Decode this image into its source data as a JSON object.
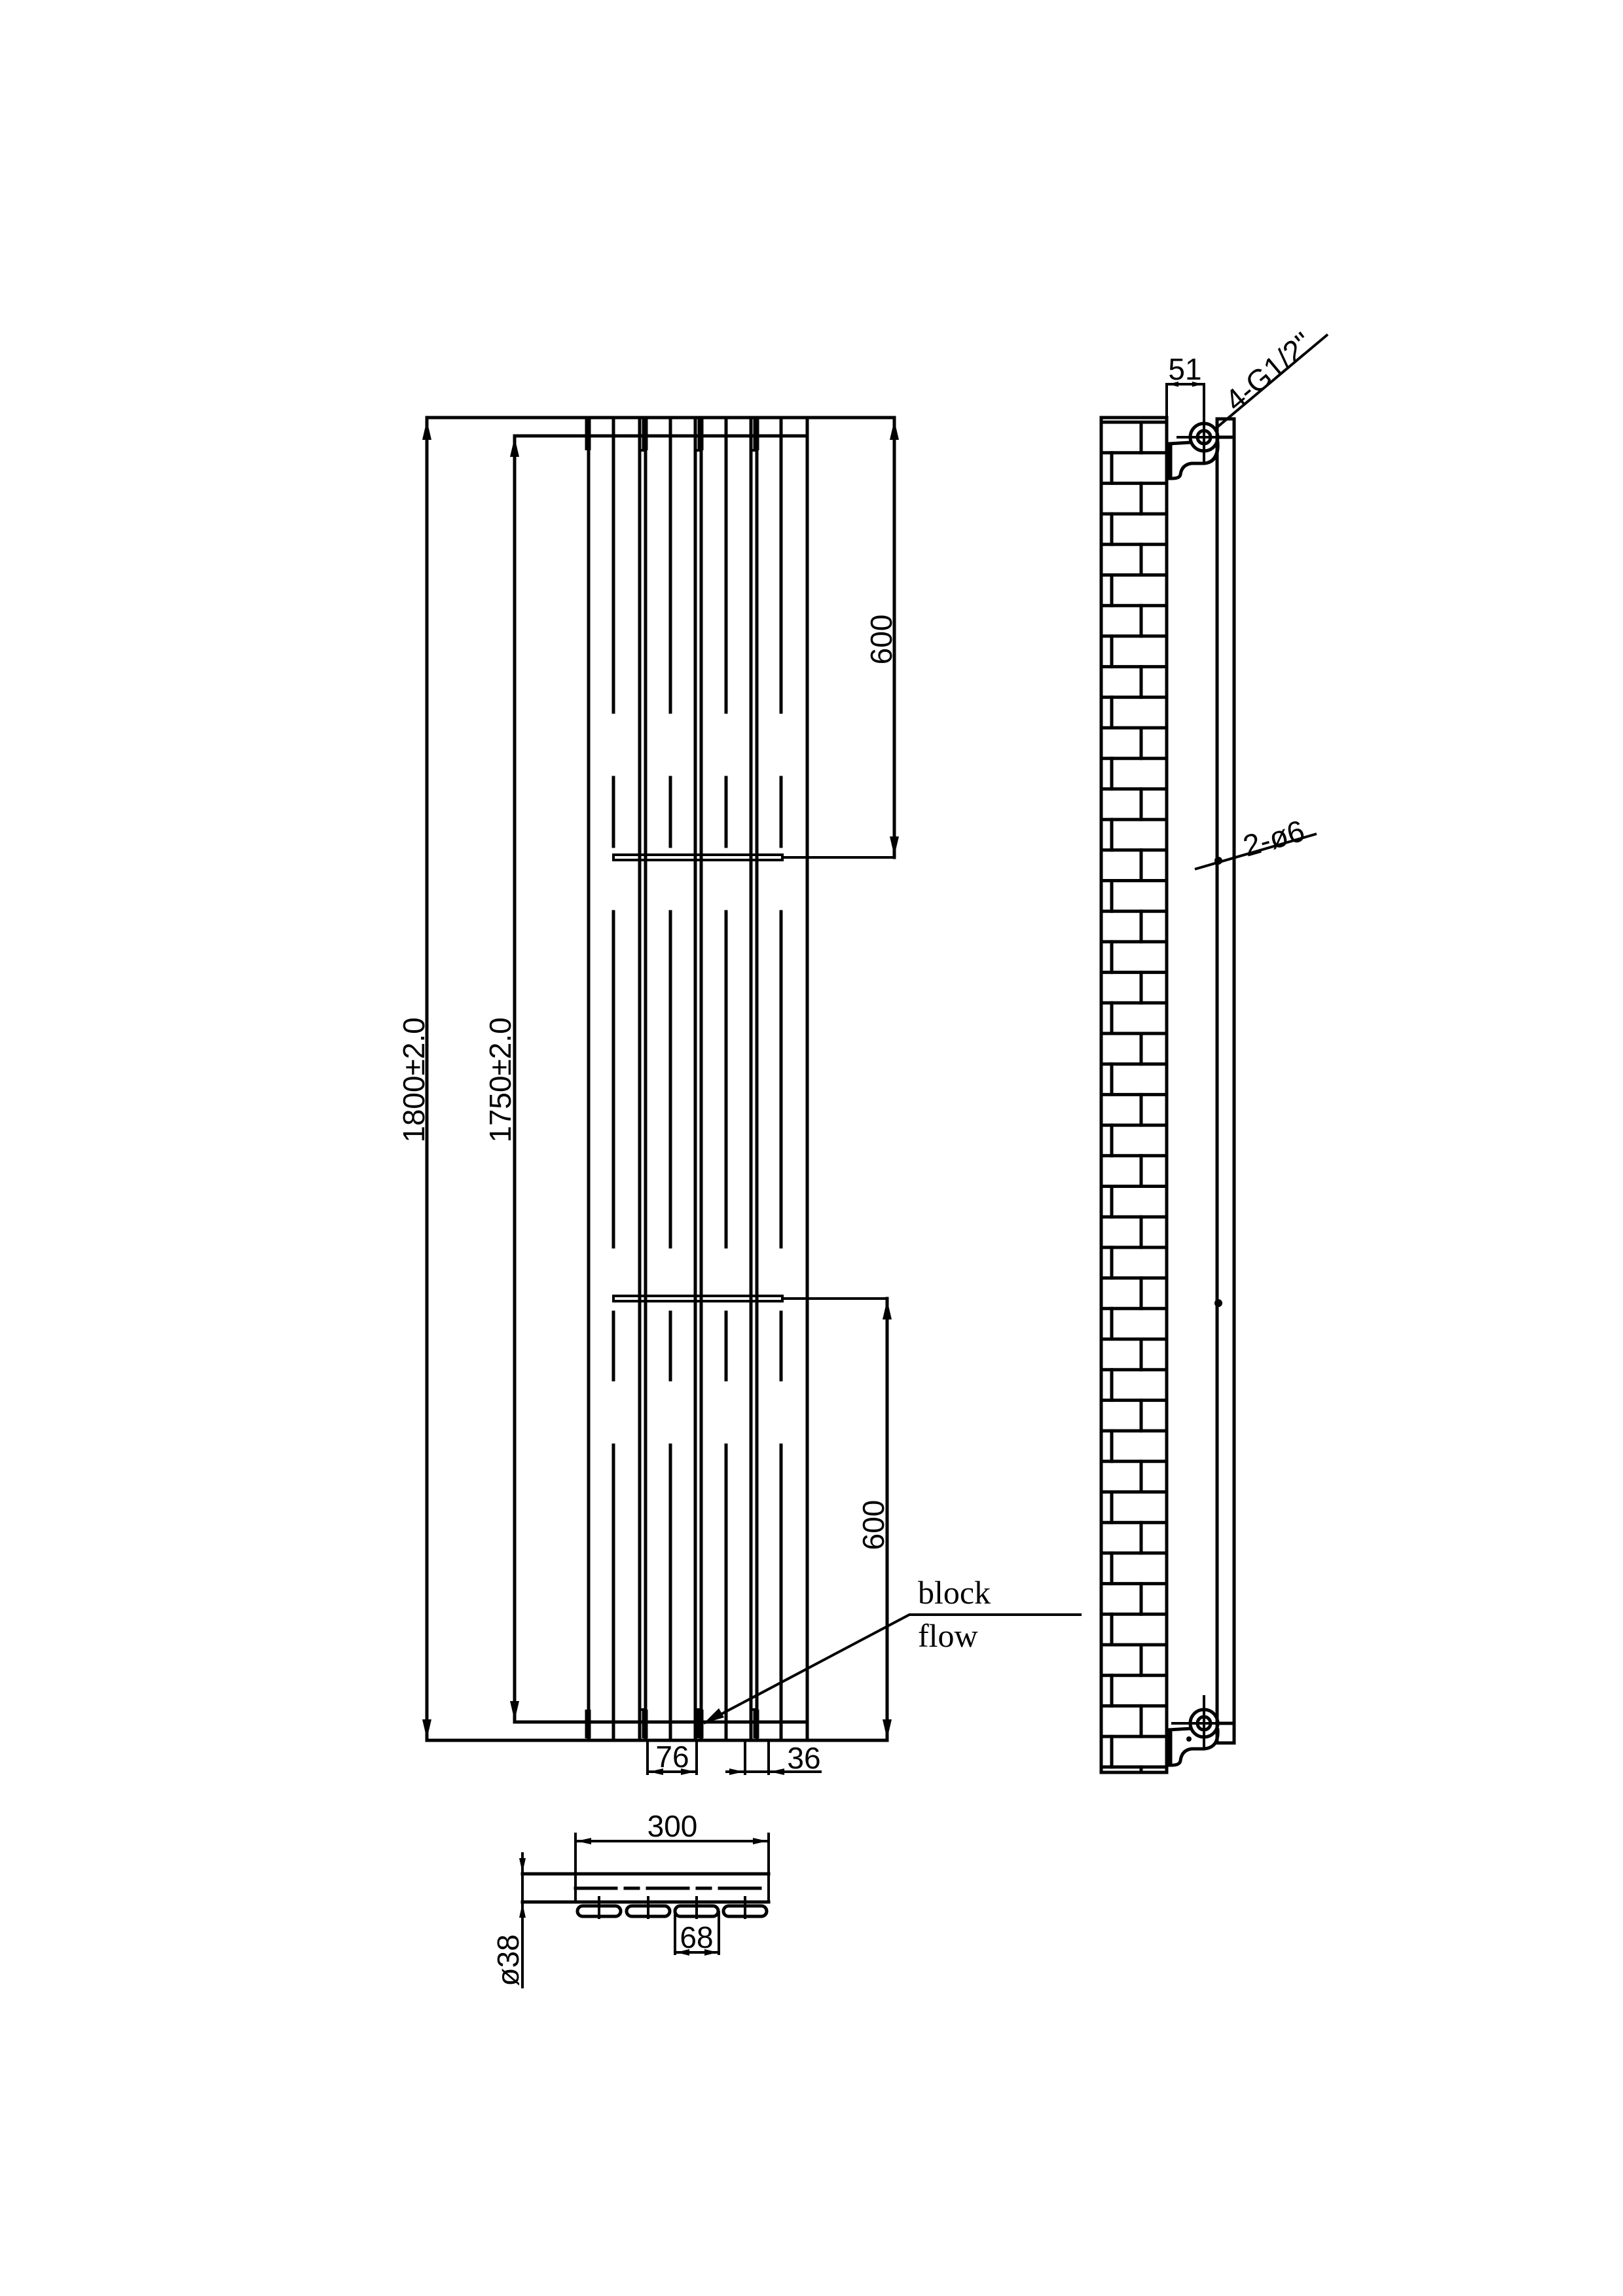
{
  "drawing": {
    "front_view": {
      "overall_height": "1800±2.0",
      "centre_height": "1750±2.0",
      "top_bracket_offset": "600",
      "bottom_bracket_offset": "600",
      "column_pitch": "76",
      "column_width": "36",
      "note_line1": "block",
      "note_line2": "flow"
    },
    "top_view": {
      "overall_width": "300",
      "column_spacing": "68",
      "pipe_diameter": "ø38"
    },
    "side_view": {
      "wall_offset": "51",
      "connections": "4-G1/2\"",
      "fixing_holes": "2-ø6"
    }
  }
}
